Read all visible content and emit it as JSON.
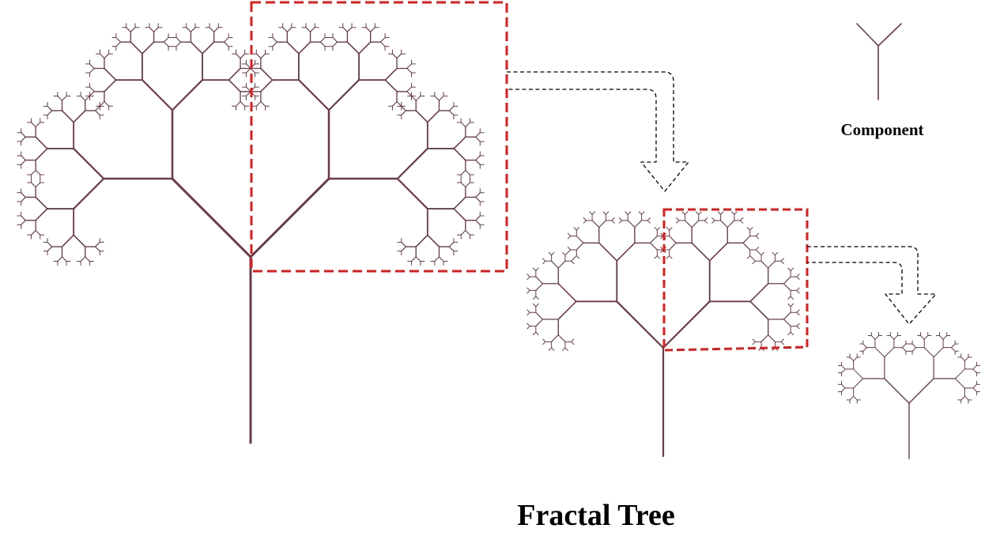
{
  "title": "Fractal Tree",
  "component_label": "Component",
  "colors": {
    "branch": "#6b3a4b",
    "highlight_box": "#e01b1b",
    "arrow": "#000000",
    "background": "#ffffff"
  },
  "trees": [
    {
      "name": "large-fractal-tree",
      "depth": 8
    },
    {
      "name": "medium-fractal-tree",
      "depth": 7
    },
    {
      "name": "small-fractal-tree",
      "depth": 6
    }
  ],
  "component": {
    "name": "y-component",
    "depth": 1
  }
}
